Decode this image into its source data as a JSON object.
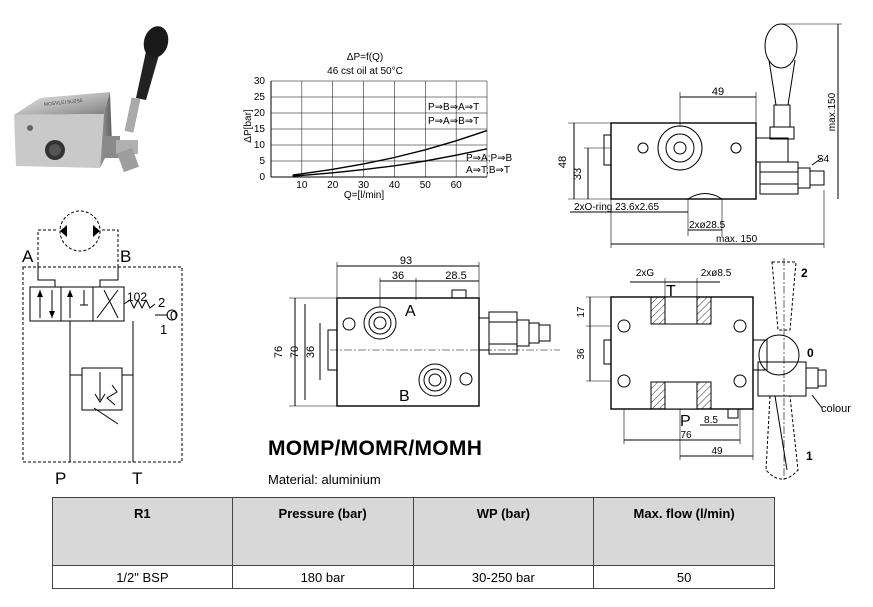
{
  "chart": {
    "title": "ΔP=f(Q)",
    "subtitle": "46 cst oil at 50°C",
    "ylabel": "ΔP[bar]",
    "xlabel": "Q=[l/min]",
    "yticks": [
      "30",
      "25",
      "20",
      "15",
      "10",
      "5",
      "0"
    ],
    "xticks": [
      "10",
      "20",
      "30",
      "40",
      "50",
      "60"
    ],
    "legend": [
      "P⇒B⇒A⇒T",
      "P⇒A⇒B⇒T",
      "P⇒A;P⇒B",
      "A⇒T;B⇒T"
    ]
  },
  "chart_data": {
    "type": "line",
    "title": "ΔP=f(Q)",
    "subtitle": "46 cst oil at 50°C",
    "xlabel": "Q=[l/min]",
    "ylabel": "ΔP[bar]",
    "xlim": [
      0,
      70
    ],
    "ylim": [
      0,
      30
    ],
    "grid": true,
    "series": [
      {
        "name": "P⇒B⇒A⇒T / P⇒A⇒B⇒T",
        "x": [
          7,
          10,
          20,
          30,
          40,
          50,
          60,
          70
        ],
        "y": [
          0.6,
          1.0,
          2.4,
          4.1,
          6.1,
          8.5,
          11.3,
          14.5
        ]
      },
      {
        "name": "P⇒A;P⇒B / A⇒T;B⇒T",
        "x": [
          7,
          10,
          20,
          30,
          40,
          50,
          60,
          70
        ],
        "y": [
          0.3,
          0.5,
          1.3,
          2.3,
          3.5,
          5.0,
          6.8,
          8.8
        ]
      }
    ]
  },
  "schematic": {
    "port_a": "A",
    "port_b": "B",
    "port_p": "P",
    "port_t": "T",
    "positions": "102",
    "pos_2": "2",
    "pos_0": "0",
    "pos_1": "1"
  },
  "front_view": {
    "dim_93": "93",
    "dim_36": "36",
    "dim_28_5": "28.5",
    "dim_76": "76",
    "dim_70": "70",
    "dim_36v": "36",
    "port_a": "A",
    "port_b": "B"
  },
  "top_view": {
    "dim_49": "49",
    "dim_48": "48",
    "dim_33": "33",
    "dim_max150v": "max.150",
    "dim_s4": "S4",
    "oring": "2xO-ring 23.6x2.65",
    "bore": "2xø28.5",
    "dim_max150h": "max. 150"
  },
  "side_view": {
    "thread": "2xG",
    "holes": "2xø8.5",
    "port_t": "T",
    "port_p": "P",
    "dim_17": "17",
    "dim_36": "36",
    "dim_8_5": "8.5",
    "dim_76": "76",
    "dim_49": "49",
    "pos_2": "2",
    "pos_0": "0",
    "pos_1": "1",
    "colour": "colour"
  },
  "product": {
    "title": "MOMP/MOMR/MOMH",
    "material": "Material: aluminium",
    "photo_engraving": "MOSVLEI 5U2S5"
  },
  "spec_table": {
    "headers": [
      "R1",
      "Pressure (bar)",
      "WP (bar)",
      "Max. flow (l/min)"
    ],
    "row": [
      "1/2\" BSP",
      "180 bar",
      "30-250 bar",
      "50"
    ]
  }
}
